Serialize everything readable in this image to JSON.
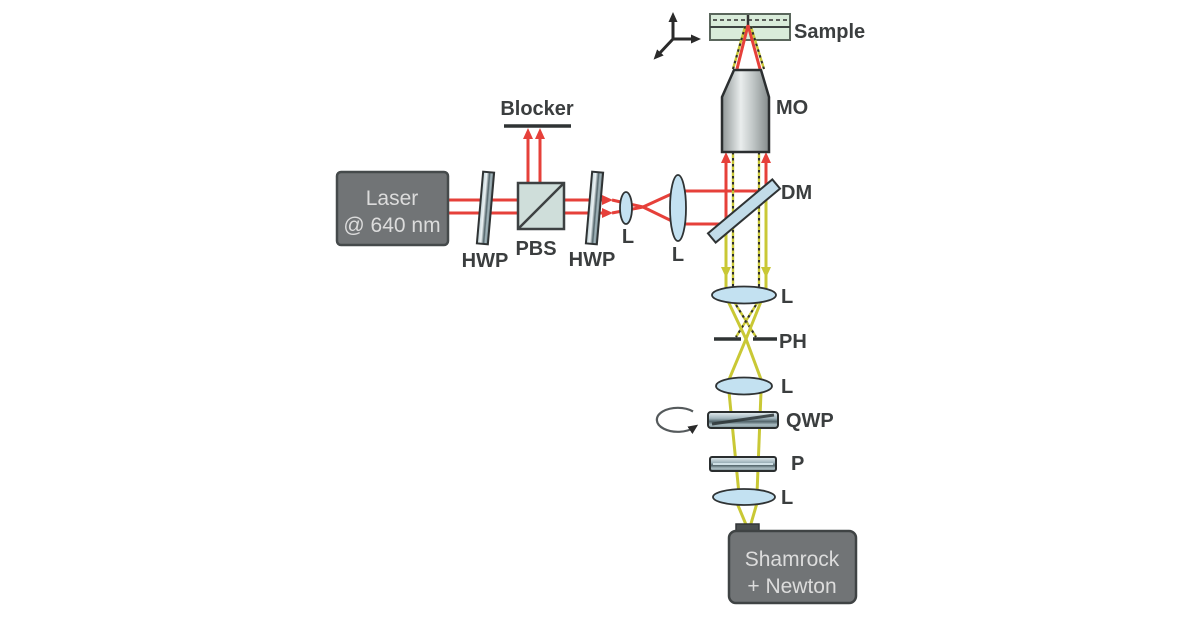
{
  "labels": {
    "blocker": "Blocker",
    "hwp_1": "HWP",
    "pbs": "PBS",
    "hwp_2": "HWP",
    "lens_small": "L",
    "lens_large": "L",
    "dm": "DM",
    "mo": "MO",
    "sample": "Sample",
    "lens_tube": "L",
    "pinhole": "PH",
    "lens_relay": "L",
    "qwp": "QWP",
    "polarizer": "P",
    "lens_focus": "L"
  },
  "laser_box": {
    "line1": "Laser",
    "line2": "@ 640 nm"
  },
  "detector_box": {
    "line1": "Shamrock",
    "line2": "+ Newton"
  },
  "icons": {
    "axes": "xyz-axes-icon",
    "rotation": "rotation-arrow-icon"
  },
  "colors": {
    "excitation_beam": "#e6403a",
    "fluorescence_beam": "#c9c835",
    "return_beam_dash": "#2d2d2d",
    "device_box_fill": "#717476",
    "device_box_text": "#dcdcdc",
    "optic_glass": "#c3e1f1",
    "sample_glass": "#d9ecda",
    "label_text": "#3b3e3f",
    "background": "#ffffff"
  }
}
